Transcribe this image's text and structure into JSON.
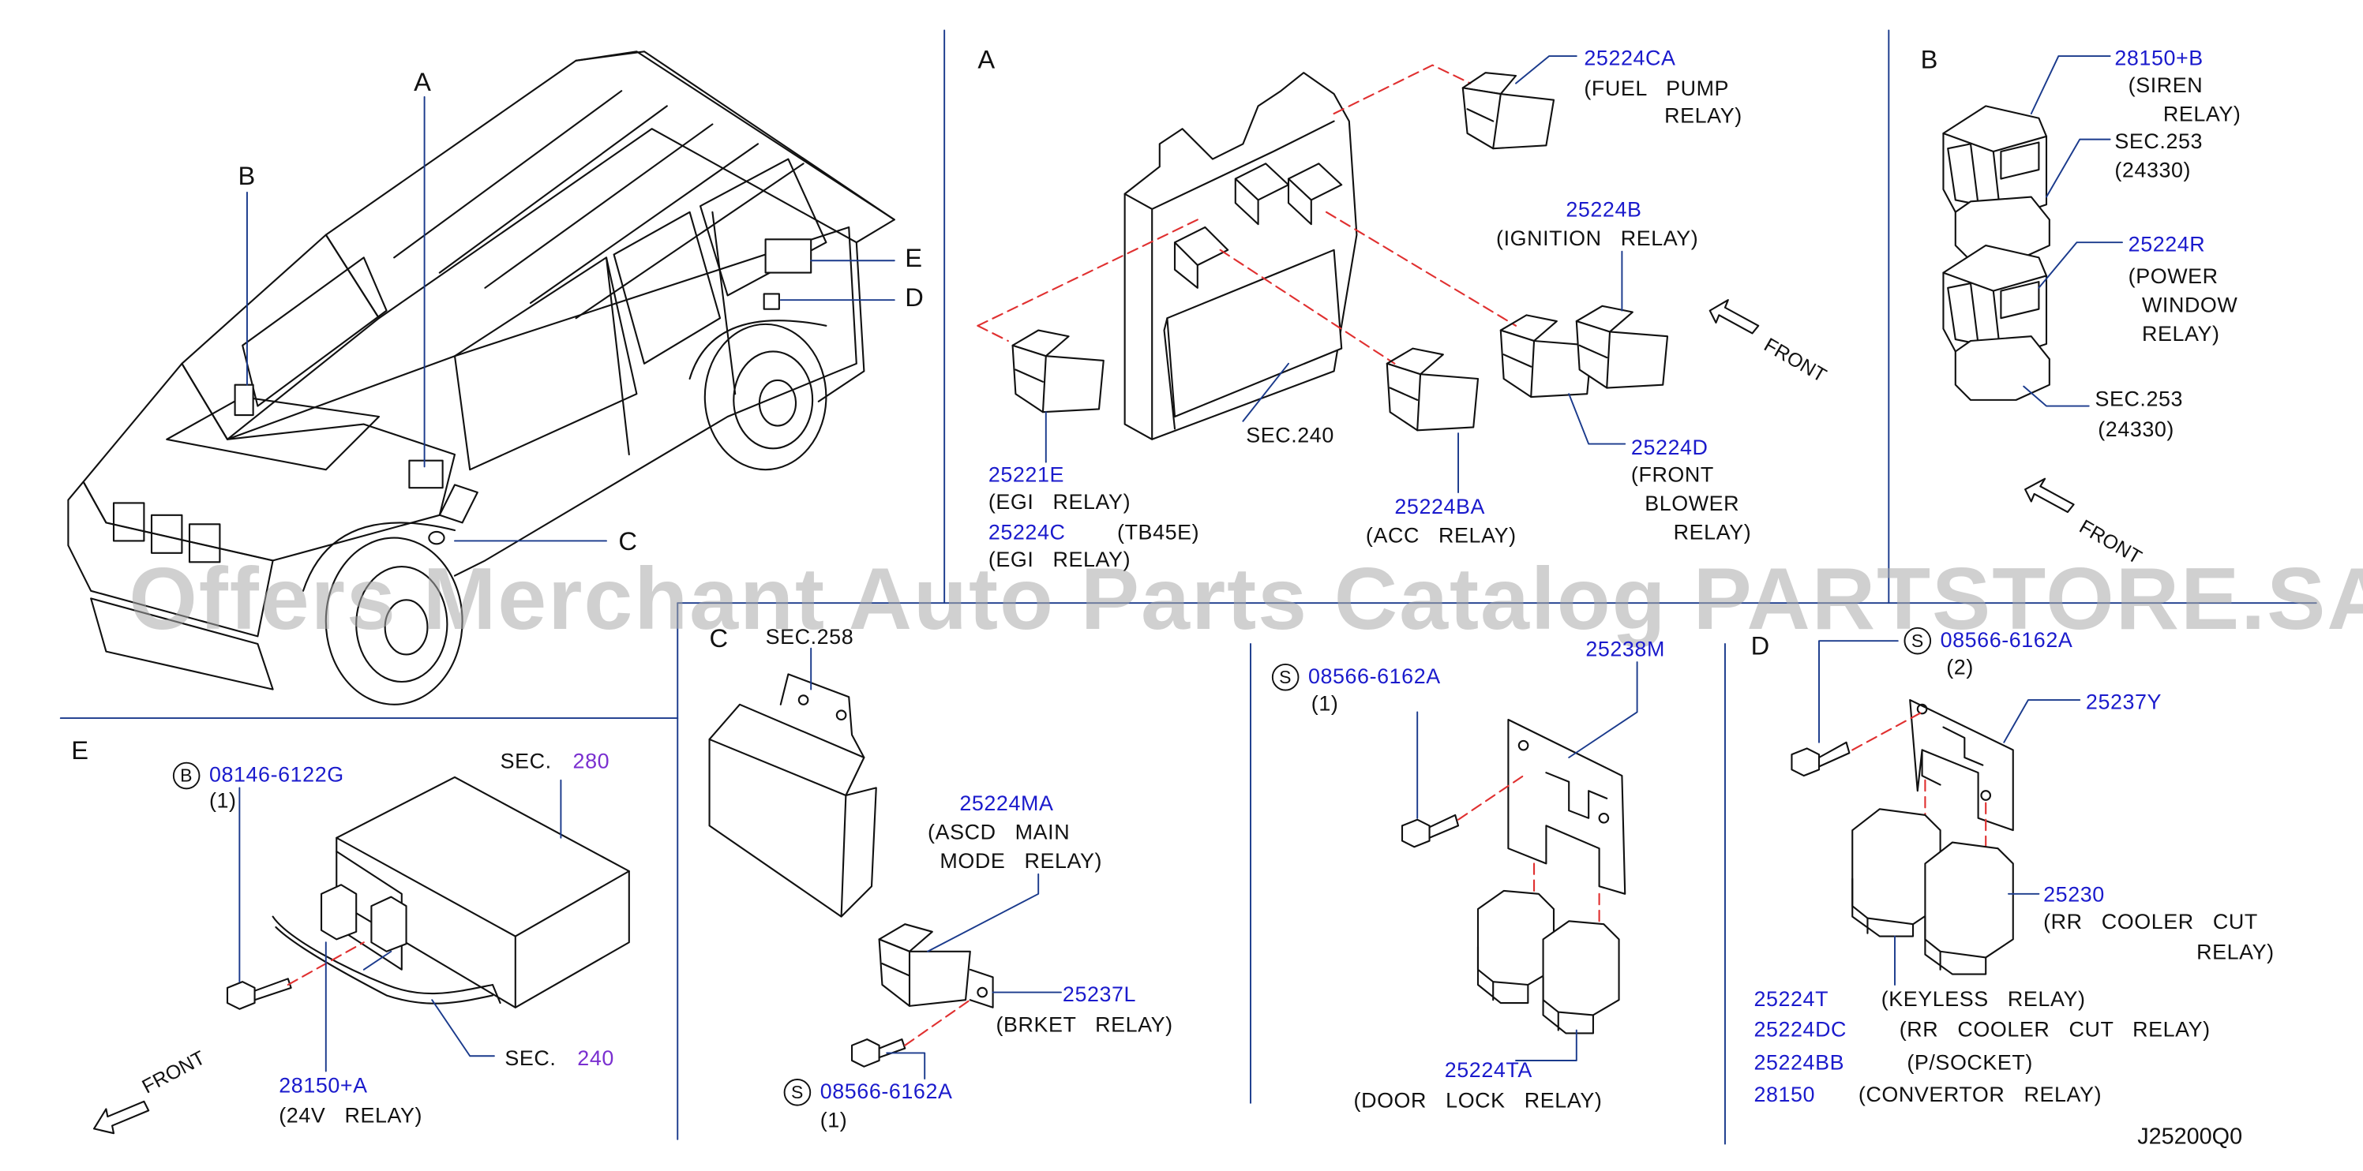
{
  "panels": {
    "A": "A",
    "B": "B",
    "C": "C",
    "D": "D",
    "E": "E"
  },
  "vehicle_callouts": {
    "A": "A",
    "B": "B",
    "C": "C",
    "D": "D",
    "E": "E"
  },
  "front_label": "FRONT",
  "panel_a": {
    "fuel_pump": {
      "pn": "25224CA",
      "desc1": "(FUEL   PUMP",
      "desc2": "RELAY)"
    },
    "ignition": {
      "pn": "25224B",
      "desc": "(IGNITION   RELAY)"
    },
    "front_blower": {
      "pn": "25224D",
      "desc1": "(FRONT",
      "desc2": "BLOWER",
      "desc3": "RELAY)"
    },
    "acc": {
      "pn": "25224BA",
      "desc": "(ACC   RELAY)"
    },
    "sec240": "SEC.240",
    "egi1": {
      "pn": "25221E",
      "desc": "(EGI   RELAY)"
    },
    "egi2": {
      "pn": "25224C",
      "note": "(TB45E)",
      "desc": "(EGI   RELAY)"
    }
  },
  "panel_b": {
    "siren": {
      "pn": "28150+B",
      "desc1": "(SIREN",
      "desc2": "RELAY)"
    },
    "sec253_a": {
      "sec": "SEC.253",
      "num": "(24330)"
    },
    "power_window": {
      "pn": "25224R",
      "desc1": "(POWER",
      "desc2": "WINDOW",
      "desc3": "RELAY)"
    },
    "sec253_b": {
      "sec": "SEC.253",
      "num": "(24330)"
    }
  },
  "panel_e": {
    "bolt": {
      "badge": "B",
      "pn": "08146-6122G",
      "qty": "(1)"
    },
    "sec280": {
      "prefix": "SEC.",
      "num": "280"
    },
    "sec240": {
      "prefix": "SEC.",
      "num": "240"
    },
    "relay": {
      "pn": "28150+A",
      "desc": "(24V   RELAY)"
    }
  },
  "panel_c": {
    "sec258": "SEC.258",
    "ascd": {
      "pn": "25224MA",
      "desc1": "(ASCD   MAIN",
      "desc2": "MODE   RELAY)"
    },
    "brkt": {
      "pn": "25237L",
      "desc": "(BRKET   RELAY)"
    },
    "screw": {
      "badge": "S",
      "pn": "08566-6162A",
      "qty": "(1)"
    }
  },
  "panel_mid": {
    "screw": {
      "badge": "S",
      "pn": "08566-6162A",
      "qty": "(1)"
    },
    "bracket": {
      "pn": "25238M"
    },
    "relay": {
      "pn": "25224TA",
      "desc": "(DOOR   LOCK   RELAY)"
    }
  },
  "panel_d": {
    "screw": {
      "badge": "S",
      "pn": "08566-6162A",
      "qty": "(2)"
    },
    "bracket": {
      "pn": "25237Y"
    },
    "rr_cooler": {
      "pn": "25230",
      "desc1": "(RR   COOLER   CUT",
      "desc2": "RELAY)"
    },
    "list": [
      {
        "pn": "25224T",
        "desc": "(KEYLESS   RELAY)"
      },
      {
        "pn": "25224DC",
        "desc": "(RR   COOLER   CUT   RELAY)"
      },
      {
        "pn": "25224BB",
        "desc": "(P/SOCKET)"
      },
      {
        "pn": "28150",
        "desc": "(CONVERTOR   RELAY)"
      }
    ]
  },
  "watermark": "Offers Merchant Auto Parts Catalog PARTSTORE.SA",
  "diagram_code": "J25200Q0",
  "colors": {
    "part_number": "#1a1acc",
    "section_number": "#7a2fd0",
    "leader": "#1a1acc",
    "phantom": "#e03030",
    "ink": "#111111",
    "watermark": "#aaaaaa"
  }
}
